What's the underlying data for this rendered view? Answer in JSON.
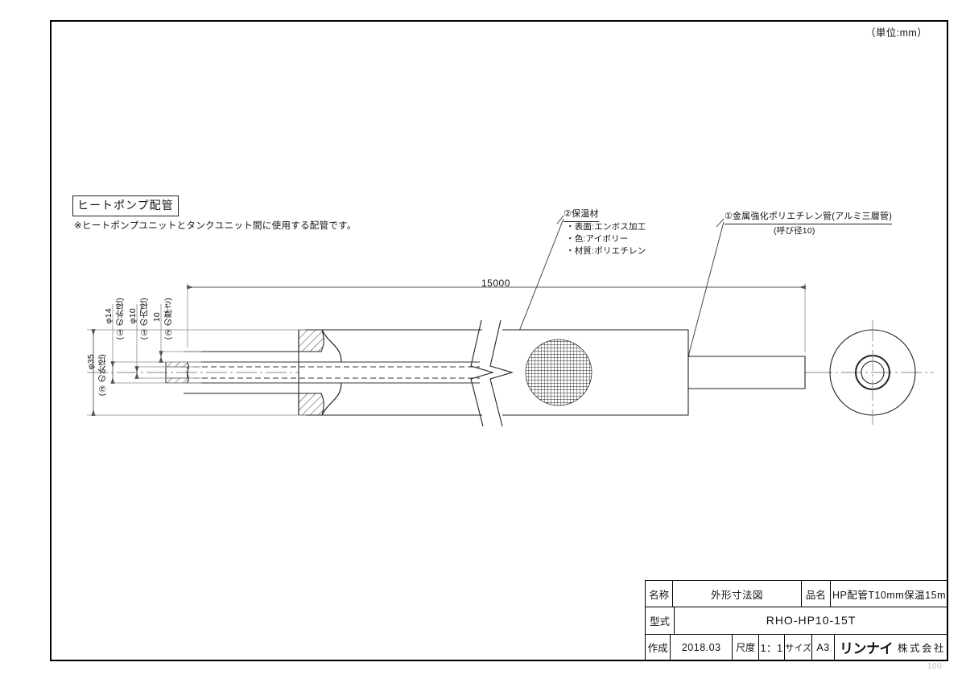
{
  "sheet": {
    "unit_note": "（単位:mm）",
    "corner_number": "100"
  },
  "annotations": {
    "section_title": "ヒートポンプ配管",
    "section_note": "※ヒートポンプユニットとタンクユニット間に使用する配管です。",
    "callout_insulation": {
      "head": "②保温材",
      "lines": "・表面:エンボス加工\n・色:アイボリー\n・材質:ポリエチレン"
    },
    "callout_pipe": {
      "head": "①金属強化ポリエチレン管(アルミ三層管)",
      "sub": "(呼び径10)"
    }
  },
  "dimensions": {
    "length": "15000",
    "pipe_outer": "φ14",
    "pipe_outer_desc": "(①の外径)",
    "pipe_inner": "φ10",
    "pipe_inner_desc": "(①の内径)",
    "insulation_thickness": "10",
    "insulation_thickness_desc": "(②の厚さ)",
    "insulation_outer": "φ35",
    "insulation_outer_desc": "(②の外径)"
  },
  "title_block": {
    "name_key": "名称",
    "name_value": "外形寸法図",
    "product_key": "品名",
    "product_value": "HP配管T10mm保温15m",
    "model_key": "型式",
    "model_value": "RHO-HP10-15T",
    "created_key": "作成",
    "created_value": "2018.03",
    "scale_key": "尺度",
    "scale_value": "1：1",
    "size_key": "サイズ",
    "size_value": "A3",
    "brand_mark": "リンナイ",
    "brand_company": "株式会社"
  }
}
